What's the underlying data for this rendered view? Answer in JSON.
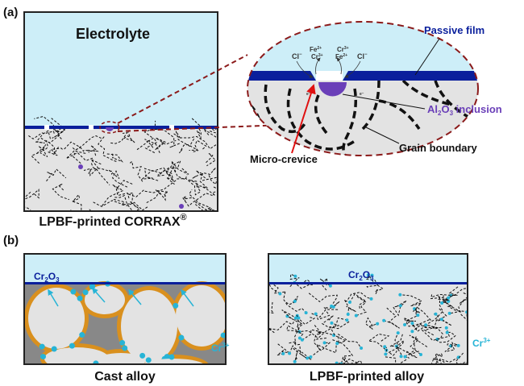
{
  "panel_a": {
    "label": "(a)",
    "electrolyte": "Electrolyte",
    "sample_caption": "LPBF-printed CORRAX",
    "registered": "®",
    "passive_film": "Passive film",
    "inclusion": {
      "a": "Al",
      "s1": "2",
      "b": "O",
      "s2": "3",
      "rest": " inclusion"
    },
    "grain_boundary": "Grain boundary",
    "micro_crevice": "Micro-crevice",
    "ions": {
      "cl": "Cl",
      "minus": "−",
      "fe": "Fe",
      "fe_charge": "2+",
      "cr": "Cr",
      "cr_charge": "3+",
      "electron": "e⁻"
    }
  },
  "panel_b": {
    "label": "(b)",
    "oxide": {
      "a": "Cr",
      "s1": "2",
      "b": "O",
      "s2": "3"
    },
    "ion": {
      "base": "Cr",
      "charge": "3+"
    },
    "cast_caption": "Cast alloy",
    "lpbf_caption": "LPBF-printed alloy"
  },
  "colors": {
    "electrolyte": "#cdeef8",
    "film": "#0a1f9c",
    "matrix": "#e3e3e3",
    "inclusion": "#6a3fb8",
    "ellipse": "#8b1a1a",
    "cr_ion": "#27b4d6",
    "cast_gb": "#d9901e",
    "arrow": "#e01010"
  }
}
